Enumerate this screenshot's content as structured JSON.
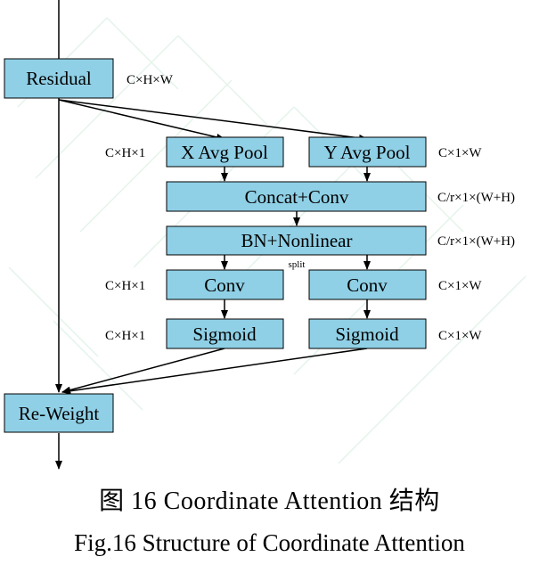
{
  "boxes": {
    "residual": "Residual",
    "x_pool": "X Avg Pool",
    "y_pool": "Y Avg Pool",
    "concat": "Concat+Conv",
    "bn": "BN+Nonlinear",
    "conv_left": "Conv",
    "conv_right": "Conv",
    "sig_left": "Sigmoid",
    "sig_right": "Sigmoid",
    "reweight": "Re-Weight"
  },
  "dims": {
    "residual": "C×H×W",
    "x_pool": "C×H×1",
    "y_pool": "C×1×W",
    "concat": "C/r×1×(W+H)",
    "bn": "C/r×1×(W+H)",
    "conv_left": "C×H×1",
    "conv_right": "C×1×W",
    "sig_left": "C×H×1",
    "sig_right": "C×1×W"
  },
  "split_label": "split",
  "caption": {
    "cn": "图  16  Coordinate Attention 结构",
    "en": "Fig.16 Structure of Coordinate Attention"
  },
  "colors": {
    "box_fill": "#8fd0e6",
    "line": "#000000"
  }
}
